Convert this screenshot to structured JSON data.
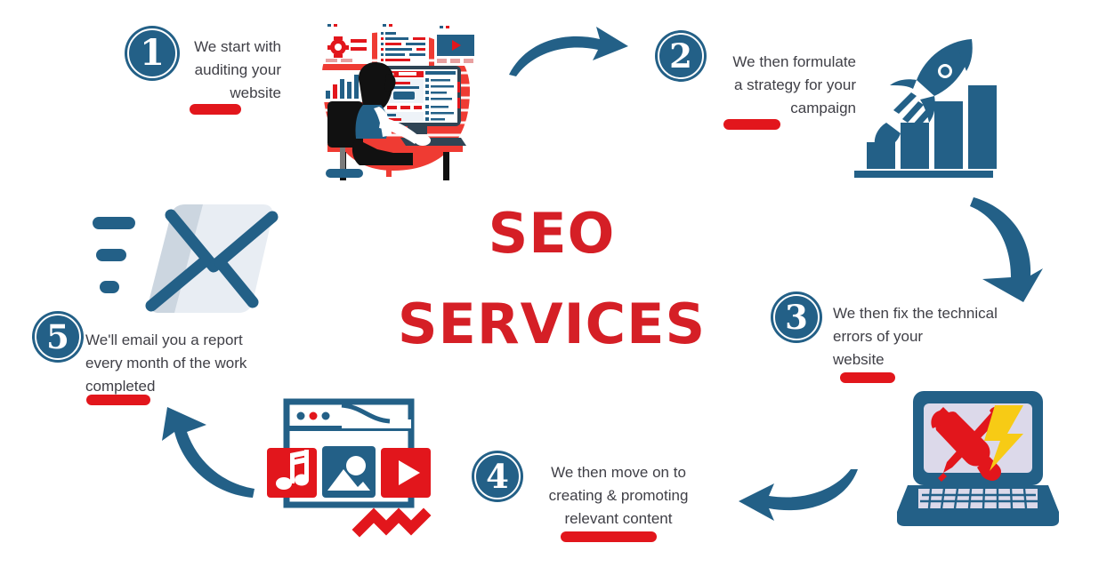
{
  "meta": {
    "title": "SEO Services",
    "background_color": "#ffffff"
  },
  "colors": {
    "blue": "#236087",
    "blue_dark": "#1c5073",
    "red": "#e2161c",
    "red_title": "#d51f26",
    "text": "#3f3f46",
    "yellow": "#f7cb15",
    "envelope_light": "#e8edf3",
    "envelope_shade": "#ccd6e0",
    "laptop_screen": "#dcd9ea",
    "white": "#ffffff",
    "black": "#111111"
  },
  "center_title": {
    "line1": "SEO",
    "line2": "SERVICES"
  },
  "steps": [
    {
      "number": "1",
      "text": "We start with\nauditing your\nwebsite",
      "icon_name": "person-at-computer-illustration",
      "align": "right"
    },
    {
      "number": "2",
      "text": "We then formulate\na strategy for your\ncampaign",
      "icon_name": "rocket-growth-chart-icon",
      "align": "right"
    },
    {
      "number": "3",
      "text": "We then fix the technical\nerrors of your\nwebsite",
      "icon_name": "laptop-repair-tools-icon",
      "align": "left"
    },
    {
      "number": "4",
      "text": "We then move on to\ncreating & promoting\nrelevant content",
      "icon_name": "browser-media-content-icon",
      "align": "center"
    },
    {
      "number": "5",
      "text": "We'll email you a report\nevery month of the work\ncompleted",
      "icon_name": "sending-envelope-icon",
      "align": "left"
    }
  ],
  "arrows": [
    {
      "name": "arrow-step1-to-step2",
      "direction": "right"
    },
    {
      "name": "arrow-step2-to-step3",
      "direction": "down"
    },
    {
      "name": "arrow-step3-to-step4",
      "direction": "left"
    },
    {
      "name": "arrow-step4-to-step5",
      "direction": "up-left"
    }
  ]
}
